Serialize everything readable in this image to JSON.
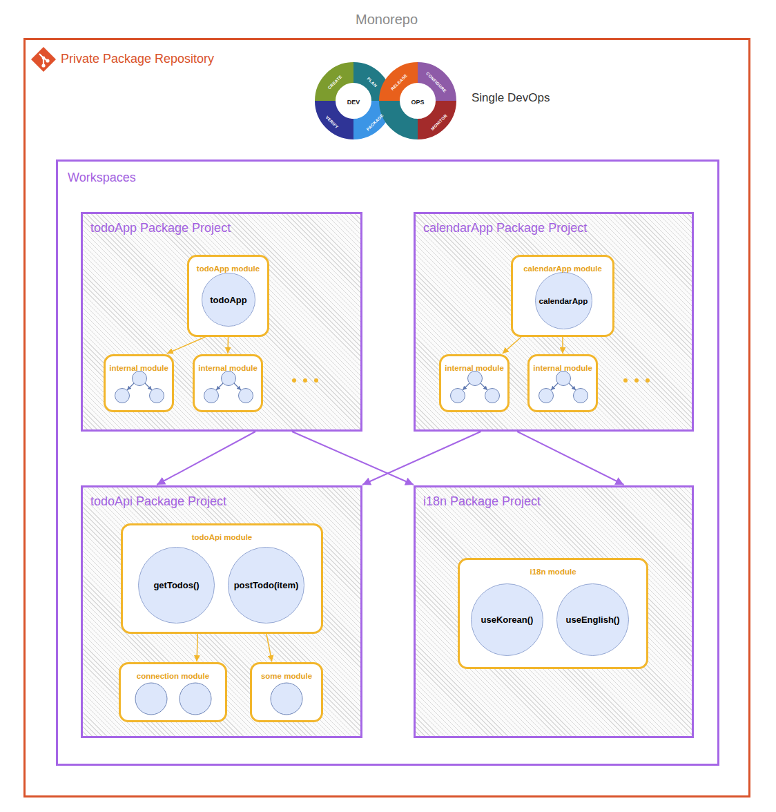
{
  "diagram": {
    "title": "Monorepo",
    "nodes": [
      {
        "text": [
          "Private Package Repository"
        ]
      },
      {
        "text": [
          "Workspaces"
        ],
        "in": 0
      },
      {
        "text": [
          "todoApp Package Project"
        ],
        "in": 1
      },
      {
        "text": [
          "todoApp module"
        ],
        "in": 2
      },
      {
        "text": [
          "todoApp"
        ],
        "in": 3
      },
      {
        "text": [
          "internal module"
        ],
        "in": 2
      },
      {
        "text": [
          "internal module"
        ],
        "in": 2
      },
      {
        "text": [
          "calendarApp Package Project"
        ],
        "in": 1
      },
      {
        "text": [
          "calendarApp module"
        ],
        "in": 7
      },
      {
        "text": [
          "calendarApp"
        ],
        "in": 8
      },
      {
        "text": [
          "internal module"
        ],
        "in": 7
      },
      {
        "text": [
          "internal module"
        ],
        "in": 7
      },
      {
        "text": [
          "todoApi Package Project"
        ],
        "in": 1
      },
      {
        "text": [
          "todoApi module"
        ],
        "in": 12
      },
      {
        "text": [
          "getTodos()"
        ],
        "in": 13
      },
      {
        "text": [
          "postTodo(item)"
        ],
        "in": 13
      },
      {
        "text": [
          "connection module"
        ],
        "in": 12
      },
      {
        "text": [
          "some module"
        ],
        "in": 12
      },
      {
        "text": [
          "i18n Package Project"
        ],
        "in": 1
      },
      {
        "text": [
          "i18n module"
        ],
        "in": 18
      },
      {
        "text": [
          "useKorean()"
        ],
        "in": 19
      },
      {
        "text": [
          "useEnglish()"
        ],
        "in": 19
      }
    ],
    "edges": [
      {
        "from": 3,
        "to": 5,
        "arrow": "to"
      },
      {
        "from": 3,
        "to": 6,
        "arrow": "to"
      },
      {
        "from": 8,
        "to": 10,
        "arrow": "to"
      },
      {
        "from": 8,
        "to": 11,
        "arrow": "to"
      },
      {
        "from": 2,
        "to": 12,
        "arrow": "to"
      },
      {
        "from": 2,
        "to": 18,
        "arrow": "to"
      },
      {
        "from": 7,
        "to": 12,
        "arrow": "to"
      },
      {
        "from": 7,
        "to": 18,
        "arrow": "to"
      },
      {
        "from": 13,
        "to": 16,
        "arrow": "to"
      },
      {
        "from": 13,
        "to": 17,
        "arrow": "to"
      }
    ],
    "labels": [
      "Single DevOps",
      "DEV",
      "OPS",
      "CREATE",
      "PLAN",
      "RELEASE",
      "CONFIGURE",
      "MONITOR",
      "PACKAGE",
      "VERIFY"
    ]
  }
}
